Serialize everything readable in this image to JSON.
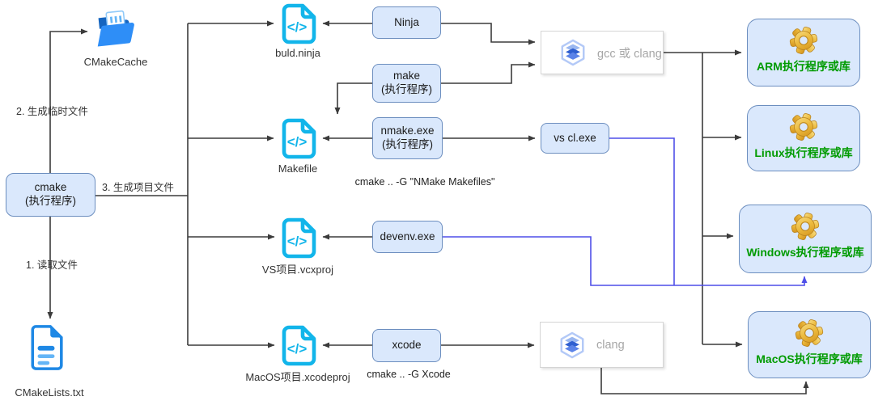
{
  "labels": {
    "step1": "1. 读取文件",
    "step2": "2. 生成临时文件",
    "step3": "3. 生成项目文件",
    "cmd_nmake": "cmake .. -G \"NMake Makefiles\"",
    "cmd_xcode": "cmake .. -G Xcode"
  },
  "nodes": {
    "cmake": {
      "line1": "cmake",
      "line2": "(执行程序)"
    },
    "cmakecache": {
      "label": "CMakeCache"
    },
    "cmakelists": {
      "label": "CMakeLists.txt"
    },
    "build_ninja": {
      "label": "buld.ninja"
    },
    "makefile": {
      "label": "Makefile"
    },
    "vcxproj": {
      "label": "VS项目.vcxproj"
    },
    "xcodeproj": {
      "label": "MacOS项目.xcodeproj"
    },
    "ninja": {
      "label": "Ninja"
    },
    "make": {
      "line1": "make",
      "line2": "(执行程序)"
    },
    "nmake": {
      "line1": "nmake.exe",
      "line2": "(执行程序)"
    },
    "devenv": {
      "label": "devenv.exe"
    },
    "xcode": {
      "label": "xcode"
    },
    "vs_cl": {
      "label": "vs cl.exe"
    },
    "gcc_clang": {
      "label": "gcc 或 clang"
    },
    "clang": {
      "label": "clang"
    },
    "arm_out": {
      "label": "ARM执行程序或库"
    },
    "linux_out": {
      "label": "Linux执行程序或库"
    },
    "windows_out": {
      "label": "Windows执行程序或库"
    },
    "macos_out": {
      "label": "MacOS执行程序或库"
    }
  },
  "colors": {
    "node_fill": "#dae8fc",
    "node_border": "#6c8ebf",
    "connector": "#3b3b3b",
    "blue_connector": "#4f4fe8",
    "output_text_green": "#009b00",
    "code_icon_cyan": "#12b5ea",
    "gear_gold": "#e8b339",
    "compiler_text_gray": "#a6a6a6"
  }
}
